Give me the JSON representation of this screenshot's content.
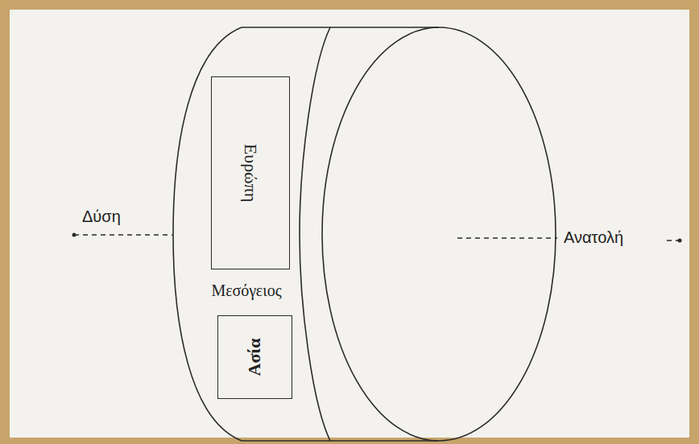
{
  "diagram": {
    "nodes": [
      {
        "text": [
          "Ευρώπη"
        ]
      },
      {
        "text": [
          "Ασία"
        ]
      }
    ],
    "labels": [
      "Δύση",
      "Μεσόγειος",
      "Ανατολή"
    ]
  }
}
